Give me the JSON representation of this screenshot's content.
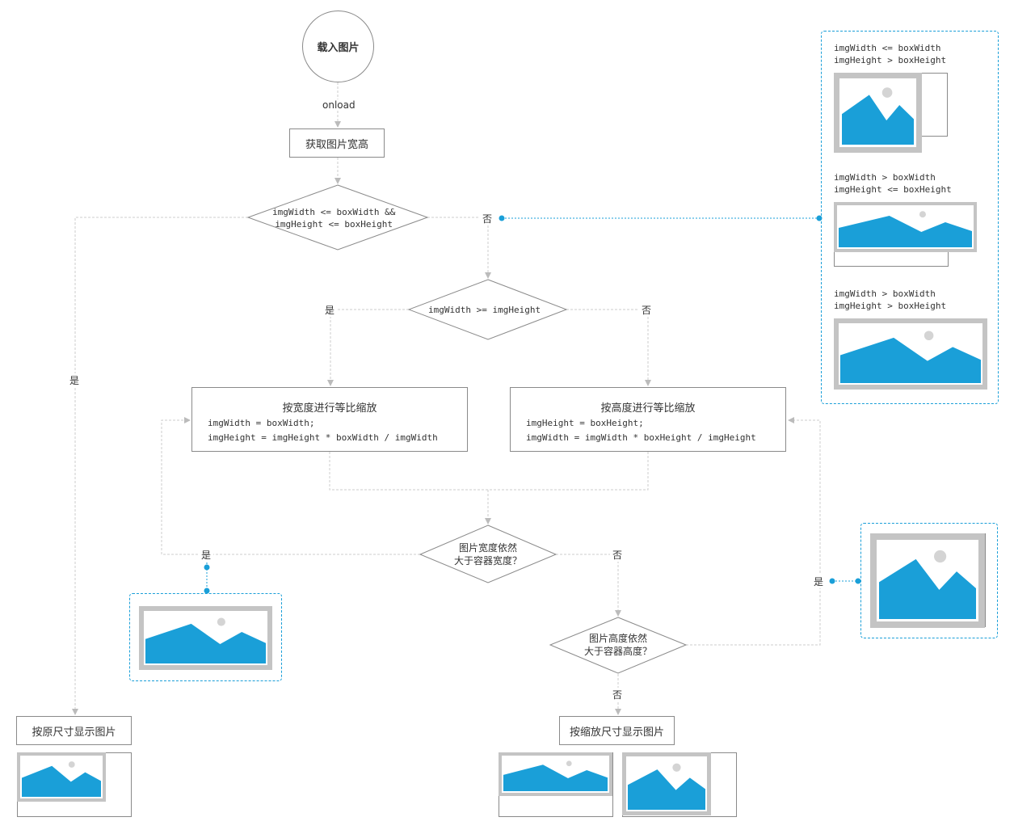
{
  "start": {
    "label": "载入图片"
  },
  "onload_label": "onload",
  "get_size": {
    "label": "获取图片宽高"
  },
  "decision1": {
    "line1": "imgWidth <= boxWidth &&",
    "line2": "imgHeight <= boxHeight"
  },
  "decision2": {
    "text": "imgWidth >= imgHeight"
  },
  "decision3": {
    "line1": "图片宽度依然",
    "line2": "大于容器宽度？"
  },
  "decision4": {
    "line1": "图片高度依然",
    "line2": "大于容器高度？"
  },
  "scale_width": {
    "title": "按宽度进行等比缩放",
    "code1": "imgWidth = boxWidth;",
    "code2": "imgHeight = imgHeight * boxWidth / imgWidth"
  },
  "scale_height": {
    "title": "按高度进行等比缩放",
    "code1": "imgHeight = boxHeight;",
    "code2": "imgWidth = imgWidth * boxHeight / imgHeight"
  },
  "show_original": {
    "label": "按原尺寸显示图片"
  },
  "show_scaled": {
    "label": "按缩放尺寸显示图片"
  },
  "edge_labels": {
    "yes": "是",
    "no": "否"
  },
  "cases": [
    {
      "line1": "imgWidth <= boxWidth",
      "line2": "imgHeight > boxHeight"
    },
    {
      "line1": "imgWidth > boxWidth",
      "line2": "imgHeight <= boxHeight"
    },
    {
      "line1": "imgWidth > boxWidth",
      "line2": "imgHeight > boxHeight"
    }
  ],
  "colors": {
    "accent": "#1a9fd8",
    "image_blue": "#1a9fd8",
    "frame_gray": "#c4c4c4",
    "line_gray": "#cccccc",
    "sun": "#d4d4d4"
  }
}
